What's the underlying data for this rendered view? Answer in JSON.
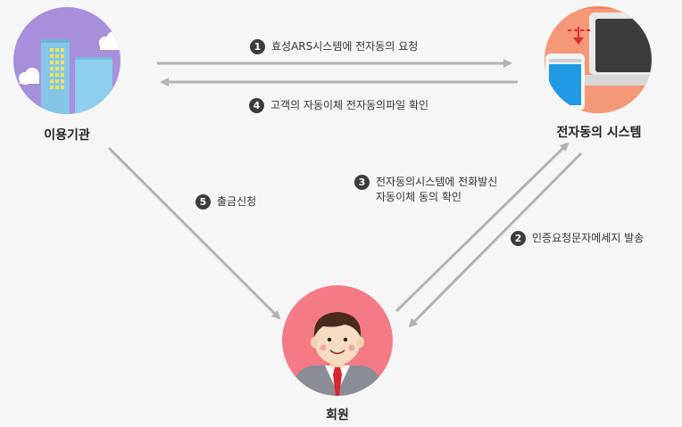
{
  "nodes": {
    "institution": "이용기관",
    "system": "전자동의 시스템",
    "member": "회원"
  },
  "steps": [
    {
      "num": "1",
      "text": "효성ARS시스템에 전자동의 요청"
    },
    {
      "num": "2",
      "text": "인증요청문자메세지 발송"
    },
    {
      "num": "3",
      "line1": "전자동의시스템에 전화발신",
      "line2": "자동이체 동의 확인"
    },
    {
      "num": "4",
      "text": "고객의 자동이체 전자동의파일 확인"
    },
    {
      "num": "5",
      "text": "출금신청"
    }
  ],
  "colors": {
    "arrow": "#b3b3b3",
    "badge": "#3c3c3c",
    "institution_circle": "#a78fdc",
    "system_circle": "#f5845f",
    "member_circle": "#f47b86"
  }
}
